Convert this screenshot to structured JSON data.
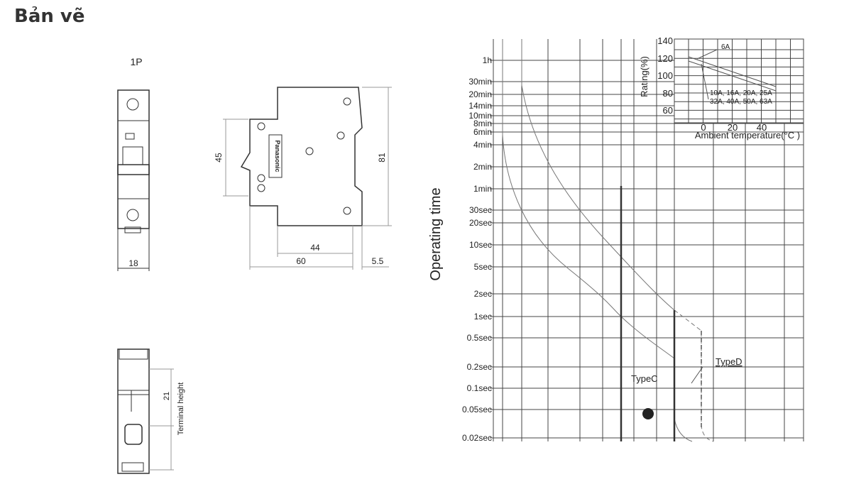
{
  "heading": "Bản vẽ",
  "front_view": {
    "pole_label": "1P",
    "width_dim": "18"
  },
  "side_view": {
    "dim_45": "45",
    "dim_81": "81",
    "dim_44": "44",
    "dim_60": "60",
    "dim_5_5": "5.5",
    "brand": "Panasonic"
  },
  "bottom_view": {
    "dim_21": "21",
    "terminal_label": "Terminal height"
  },
  "trip_chart": {
    "ylabel": "Operating time",
    "y_ticks": [
      "1h",
      "30min",
      "20min",
      "14min",
      "10min",
      "8min",
      "6min",
      "4min",
      "2min",
      "1min",
      "30sec",
      "20sec",
      "10sec",
      "5sec",
      "2sec",
      "1sec",
      "0.5sec",
      "0.2sec",
      "0.1sec",
      "0.05sec",
      "0.02sec"
    ],
    "type_c_label": "TypeC",
    "type_d_label": "TypeD"
  },
  "derating_chart": {
    "ylabel": "Rating(%)",
    "xlabel": "Ambient temperature(°C )",
    "y_ticks": [
      "140",
      "120",
      "100",
      "80",
      "60"
    ],
    "x_ticks": [
      "0",
      "20",
      "40"
    ],
    "label_6a": "6A",
    "label_others_1": "10A, 16A, 20A, 25A",
    "label_others_2": "32A, 40A, 50A, 63A"
  }
}
